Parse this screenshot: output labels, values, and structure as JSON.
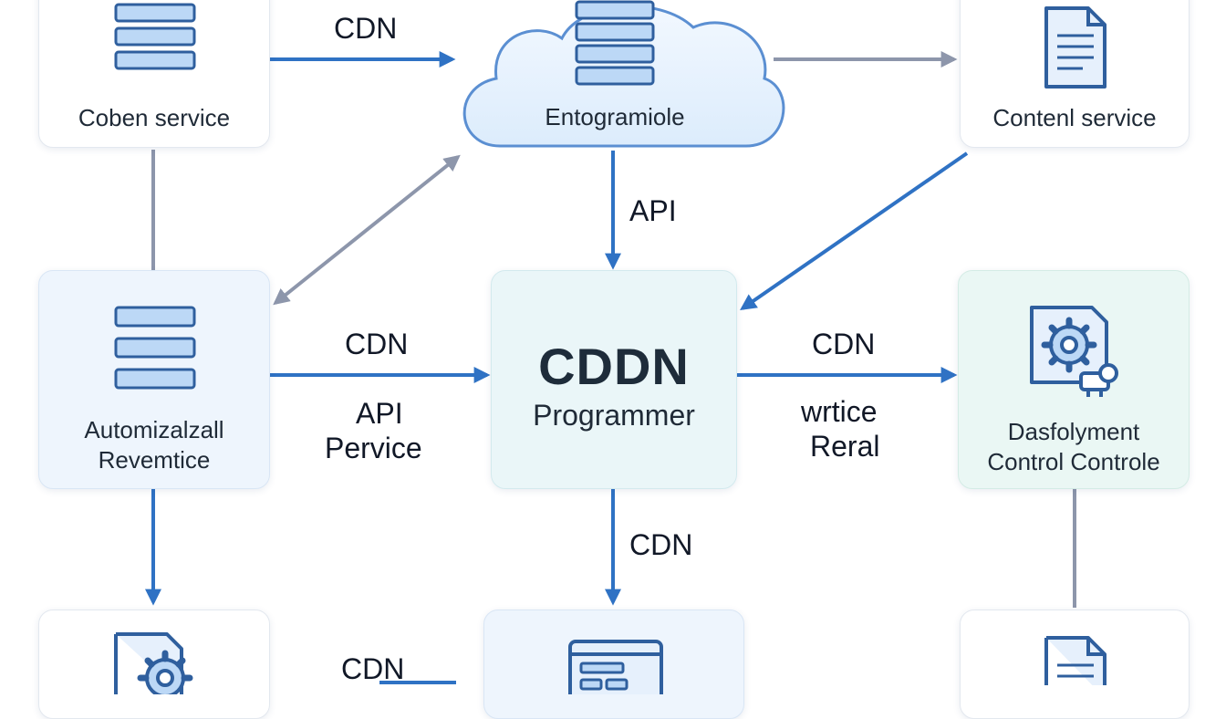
{
  "nodes": {
    "top_left": {
      "label": "Coben service",
      "icon": "server-stack-icon"
    },
    "cloud": {
      "label": "Entogramiole",
      "icon": "server-stack-icon"
    },
    "top_right": {
      "label": "Contenl service",
      "icon": "document-icon"
    },
    "mid_left": {
      "label_lines": [
        "Automizalzall",
        "Revemtice"
      ],
      "icon": "server-stack-icon"
    },
    "center": {
      "title": "CDDN",
      "subtitle": "Programmer"
    },
    "mid_right": {
      "label_lines": [
        "Dasfolyment",
        "Control Controle"
      ],
      "icon": "gear-document-icon"
    },
    "bottom_left": {
      "icon": "gear-document-icon"
    },
    "bottom_center": {
      "icon": "browser-window-icon"
    },
    "bottom_right": {
      "icon": "document-icon"
    }
  },
  "edges": {
    "top_cdn": "CDN",
    "cloud_api": "API",
    "mid_left_cdn": "CDN",
    "mid_left_api": "API",
    "mid_left_pervice": "Pervice",
    "mid_right_cdn": "CDN",
    "mid_right_wrtice": "wrtice",
    "mid_right_reral": "Reral",
    "center_down_cdn": "CDN",
    "bottom_cdn": "CDN"
  },
  "colors": {
    "arrow_blue": "#2f72c4",
    "arrow_gray": "#8d96ab",
    "icon_blue": "#2f5f9e",
    "icon_fill": "#bcd8f6"
  }
}
